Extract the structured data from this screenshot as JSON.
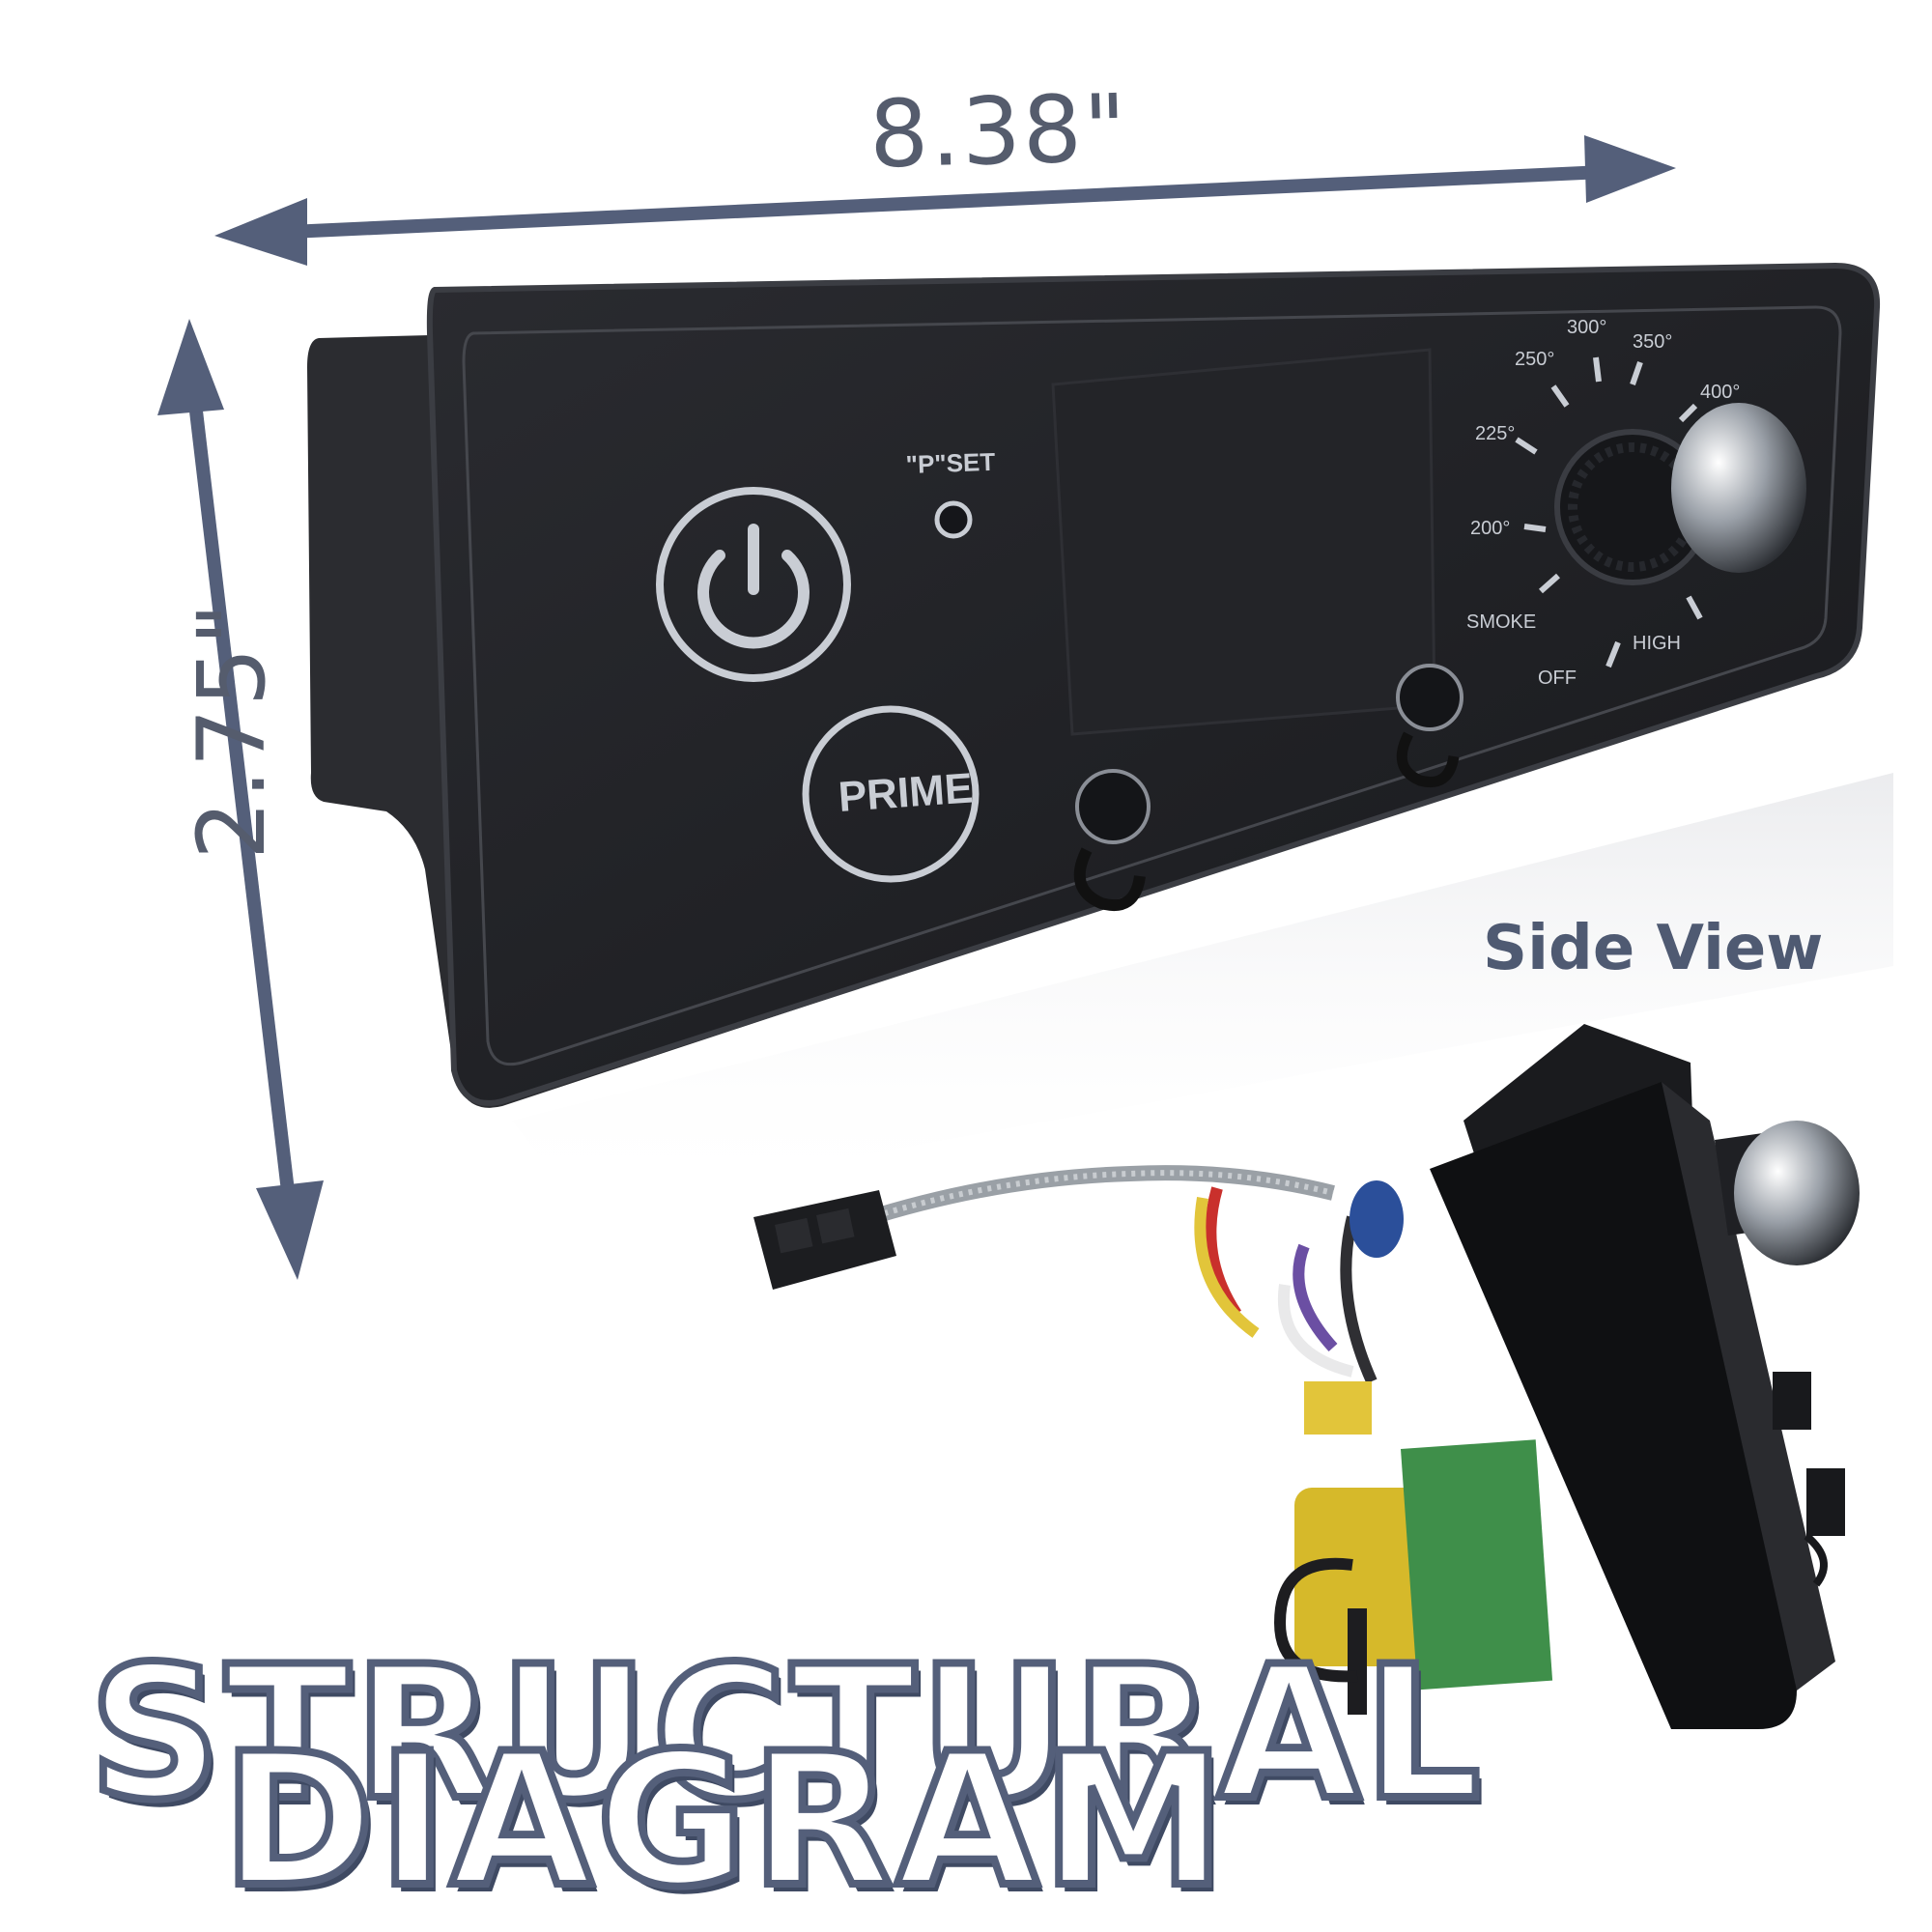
{
  "dimensions": {
    "width": "8.38\"",
    "height": "2.75\""
  },
  "panel": {
    "p_set_label": "\"P\"SET",
    "prime_label": "PRIME",
    "dial_marks": [
      "SMOKE",
      "200°",
      "225°",
      "250°",
      "300°",
      "350°",
      "400°",
      "HIGH",
      "OFF"
    ]
  },
  "side_view_label": "Side View",
  "title": {
    "line1": "STRUCTURAL",
    "line2": "DIAGRAM"
  },
  "colors": {
    "accent": "#545f7a",
    "panel": "#1e1e22",
    "arrow": "#545f7a"
  }
}
